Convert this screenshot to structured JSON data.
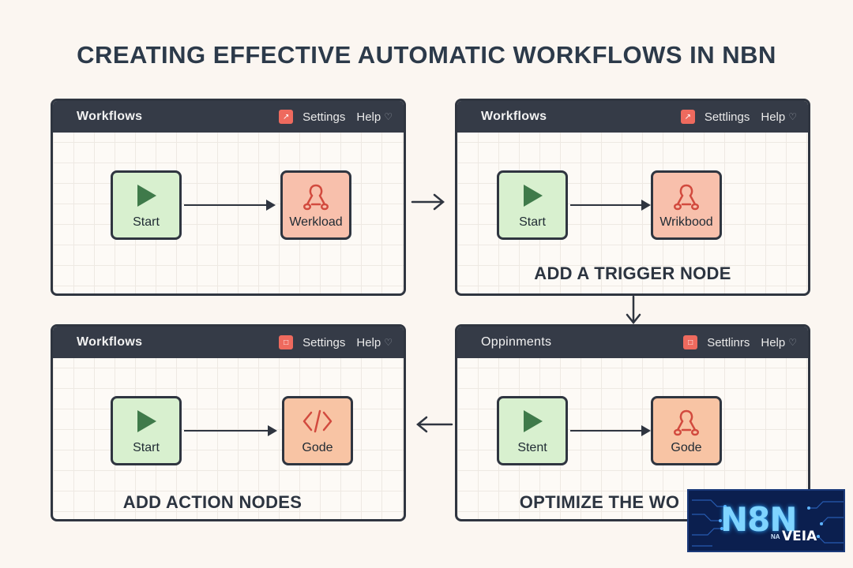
{
  "title": "CREATING EFFECTIVE AUTOMATIC WORKFLOWS IN NBN",
  "colors": {
    "header_bg": "#353b47",
    "start_node": "#d8f0cf",
    "work_node": "#f8c0ac",
    "code_node": "#f8c4a4",
    "accent_icon": "#ee6a5e",
    "background": "#fbf6f1"
  },
  "panels": [
    {
      "header": "Workflows",
      "settings": "Settings",
      "help": "Help",
      "nodes": [
        {
          "label": "Start",
          "icon": "play-icon"
        },
        {
          "label": "Werkload",
          "icon": "webhook-icon"
        }
      ],
      "caption": ""
    },
    {
      "header": "Workflows",
      "settings": "Settlings",
      "help": "Help",
      "nodes": [
        {
          "label": "Start",
          "icon": "play-icon"
        },
        {
          "label": "Wrikbood",
          "icon": "webhook-icon"
        }
      ],
      "caption": "ADD A TRIGGER NODE"
    },
    {
      "header": "Workflows",
      "settings": "Settings",
      "help": "Help",
      "nodes": [
        {
          "label": "Start",
          "icon": "play-icon"
        },
        {
          "label": "Gode",
          "icon": "code-icon"
        }
      ],
      "caption": "ADD ACTION NODES"
    },
    {
      "header": "Oppinments",
      "settings": "Settlinrs",
      "help": "Help",
      "nodes": [
        {
          "label": "Stent",
          "icon": "play-icon"
        },
        {
          "label": "Gode",
          "icon": "webhook-icon"
        }
      ],
      "caption": "OPTIMIZE THE WO"
    }
  ],
  "logo": {
    "word": "N8N",
    "na": "NA",
    "veia": "VEIA"
  }
}
